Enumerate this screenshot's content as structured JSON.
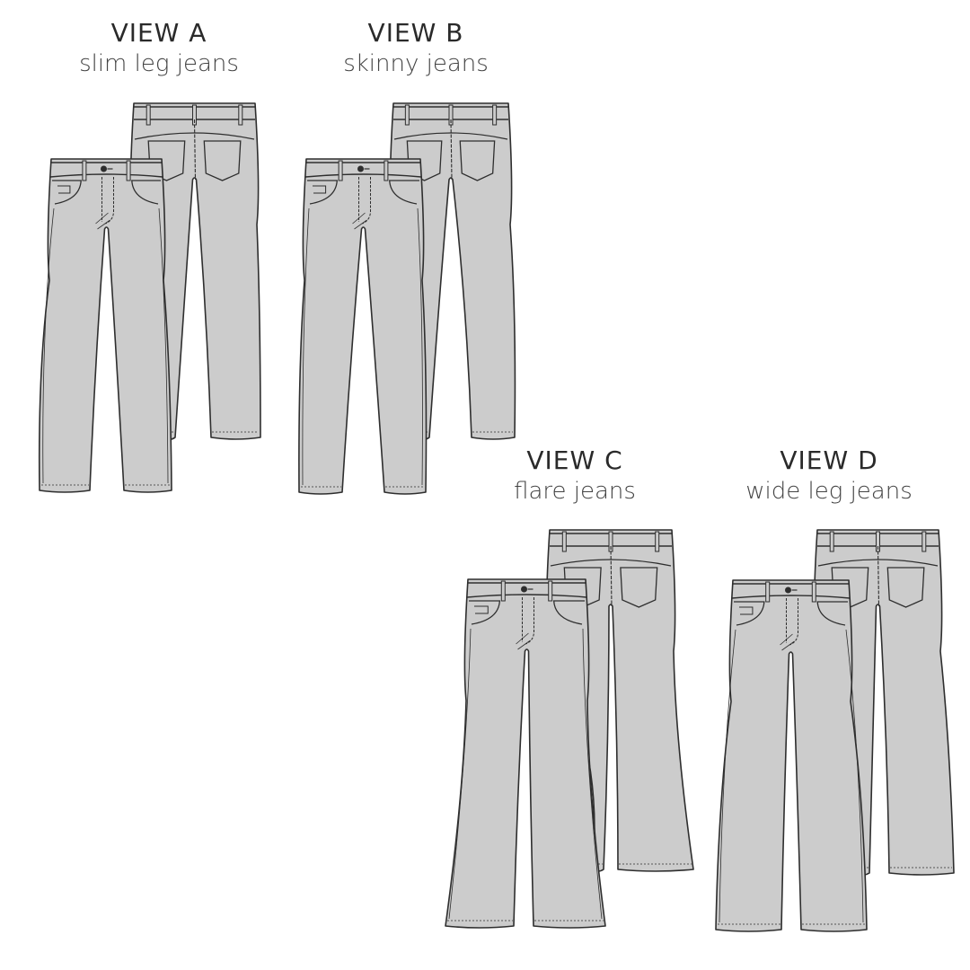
{
  "colors": {
    "fill": "#cccccc",
    "stroke": "#2e2e2e",
    "text": "#2a2a2a"
  },
  "views": [
    {
      "title": "VIEW A",
      "subtitle": "slim leg jeans",
      "style": "slim"
    },
    {
      "title": "VIEW B",
      "subtitle": "skinny jeans",
      "style": "skinny"
    },
    {
      "title": "VIEW C",
      "subtitle": "flare jeans",
      "style": "flare"
    },
    {
      "title": "VIEW D",
      "subtitle": "wide leg jeans",
      "style": "wide"
    }
  ]
}
